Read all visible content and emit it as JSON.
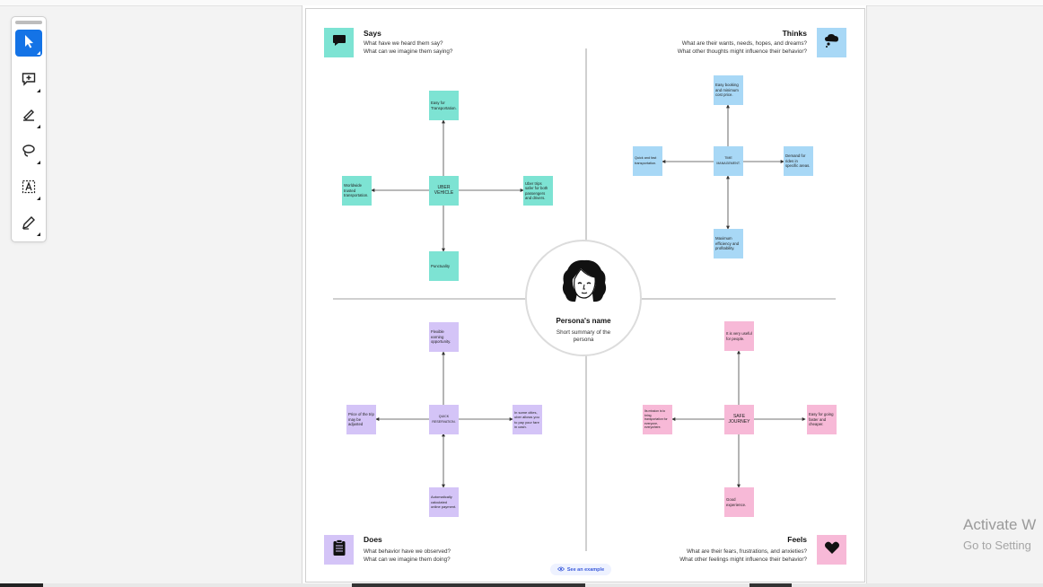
{
  "toolbar": {
    "tools": [
      "select-tool",
      "add-comment-tool",
      "highlight-tool",
      "lasso-tool",
      "text-box-tool",
      "draw-tool"
    ]
  },
  "quadrants": {
    "says": {
      "title": "Says",
      "line1": "What have we heard them say?",
      "line2": "What can we imagine them saying?",
      "color": "#7de3d3"
    },
    "thinks": {
      "title": "Thinks",
      "line1": "What are their wants, needs, hopes, and dreams?",
      "line2": "What other thoughts might influence their behavior?",
      "color": "#a8d8f6"
    },
    "does": {
      "title": "Does",
      "line1": "What behavior have we observed?",
      "line2": "What can we imagine them doing?",
      "color": "#d4c4f7"
    },
    "feels": {
      "title": "Feels",
      "line1": "What are their fears, frustrations, and anxieties?",
      "line2": "What other feelings might influence their behavior?",
      "color": "#f7b9d7"
    }
  },
  "says_notes": {
    "center": "UBER VEHICLE",
    "top": "Easy for Transportation.",
    "left": "Worldwide trusted transportation.",
    "right": "Uber trips safer for both passengers and drivers.",
    "bottom": "Punctuality"
  },
  "thinks_notes": {
    "center": "TIME MANAGEMENT.",
    "top": "Easy booking and minimum cost price.",
    "left": "Quick and fast transportation.",
    "right": "Demand for rides in specific areas.",
    "bottom": "Maximum efficiency and profitability."
  },
  "does_notes": {
    "center": "QUICK RESERVATION.",
    "top": "Flexible earning opportunity.",
    "left": "Price of the trip may be adjusted",
    "right": "In some cities, uber allows you to pay your fare in cash.",
    "bottom": "Automatically calculated online payment."
  },
  "feels_notes": {
    "center": "SAFE JOURNEY",
    "top": "It is very useful for people.",
    "left": "Its mission is to bring transportation for everyone, everywhere.",
    "right": "Easy for going faster and cheaper.",
    "bottom": "Good experience."
  },
  "persona": {
    "name": "Persona's name",
    "summary": "Short summary of the persona"
  },
  "example_button": "See an example",
  "watermark": {
    "line1": "Activate W",
    "line2": "Go to Setting"
  }
}
